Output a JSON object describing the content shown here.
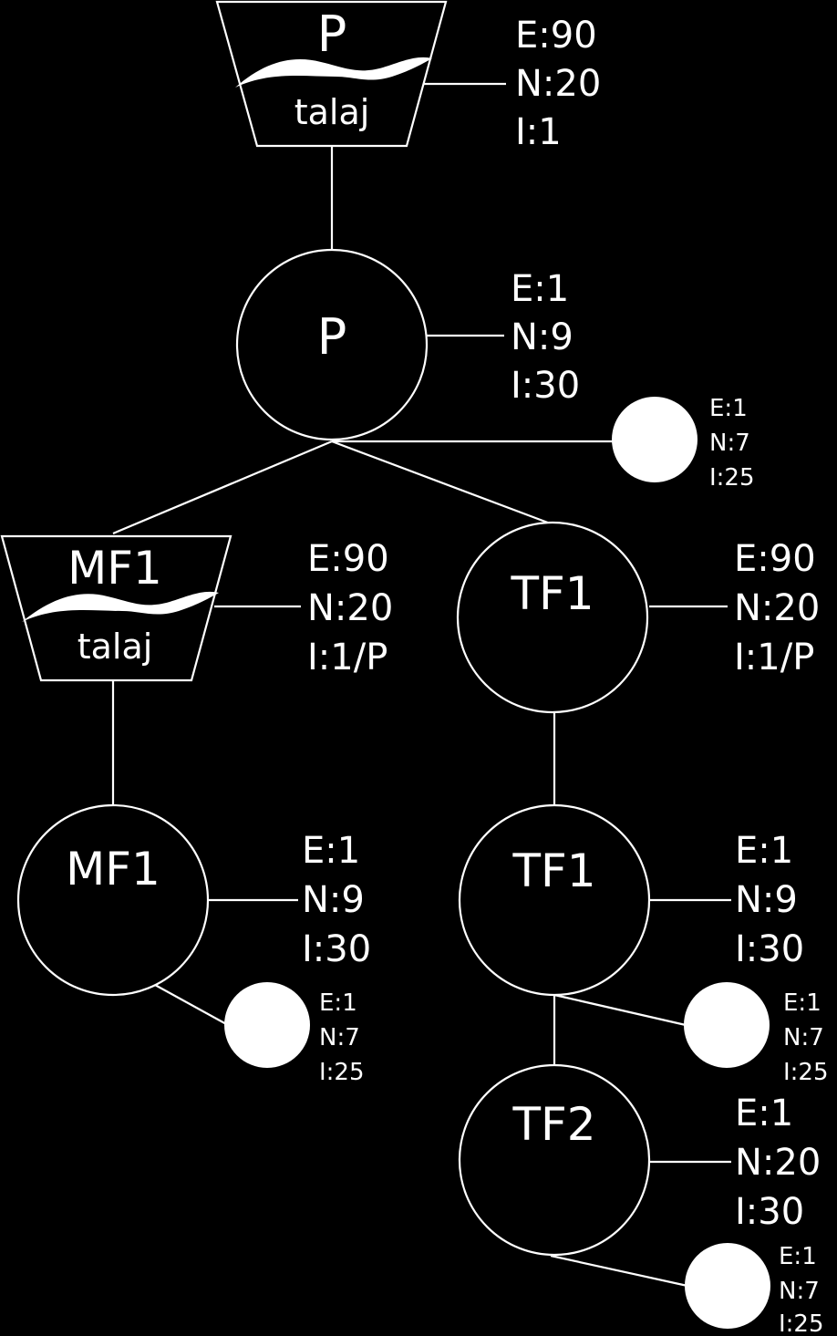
{
  "nodes": {
    "p_pot": {
      "name": "P",
      "sub": "talaj",
      "stats": [
        "E:90",
        "N:20",
        "I:1"
      ]
    },
    "p": {
      "name": "P",
      "stats": [
        "E:1",
        "N:9",
        "I:30"
      ],
      "dot": [
        "E:1",
        "N:7",
        "I:25"
      ]
    },
    "mf1_pot": {
      "name": "MF1",
      "sub": "talaj",
      "stats": [
        "E:90",
        "N:20",
        "I:1/P"
      ]
    },
    "tf1_top": {
      "name": "TF1",
      "stats": [
        "E:90",
        "N:20",
        "I:1/P"
      ]
    },
    "mf1": {
      "name": "MF1",
      "stats": [
        "E:1",
        "N:9",
        "I:30"
      ],
      "dot": [
        "E:1",
        "N:7",
        "I:25"
      ]
    },
    "tf1": {
      "name": "TF1",
      "stats": [
        "E:1",
        "N:9",
        "I:30"
      ],
      "dot": [
        "E:1",
        "N:7",
        "I:25"
      ]
    },
    "tf2": {
      "name": "TF2",
      "stats": [
        "E:1",
        "N:20",
        "I:30"
      ],
      "dot": [
        "E:1",
        "N:7",
        "I:25"
      ]
    }
  },
  "colors": {
    "background": "#000000",
    "stroke": "#ffffff"
  }
}
